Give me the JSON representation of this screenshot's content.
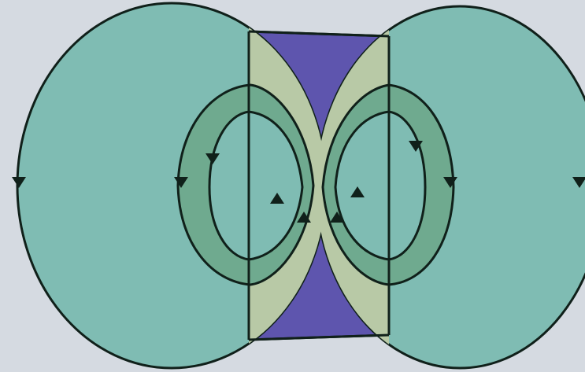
{
  "diagram": {
    "colors": {
      "background": "#d5dae1",
      "outer_circle": "#7fbcb3",
      "center_band": "#5e55ae",
      "lens_region": "#b8c9a6",
      "loop_band": "#6faa8f",
      "stroke": "#10201a"
    },
    "arrows": [
      {
        "side": "left",
        "ring": "outer-circle",
        "direction": "down"
      },
      {
        "side": "left",
        "ring": "outer-loop",
        "direction": "down"
      },
      {
        "side": "left",
        "ring": "inner-loop",
        "direction": "down"
      },
      {
        "side": "left",
        "ring": "inner-loop",
        "direction": "up"
      },
      {
        "side": "left",
        "ring": "outer-loop",
        "direction": "up"
      },
      {
        "side": "right",
        "ring": "outer-loop",
        "direction": "up"
      },
      {
        "side": "right",
        "ring": "inner-loop",
        "direction": "up"
      },
      {
        "side": "right",
        "ring": "inner-loop",
        "direction": "down"
      },
      {
        "side": "right",
        "ring": "outer-loop",
        "direction": "down"
      },
      {
        "side": "right",
        "ring": "outer-circle",
        "direction": "down"
      }
    ]
  }
}
